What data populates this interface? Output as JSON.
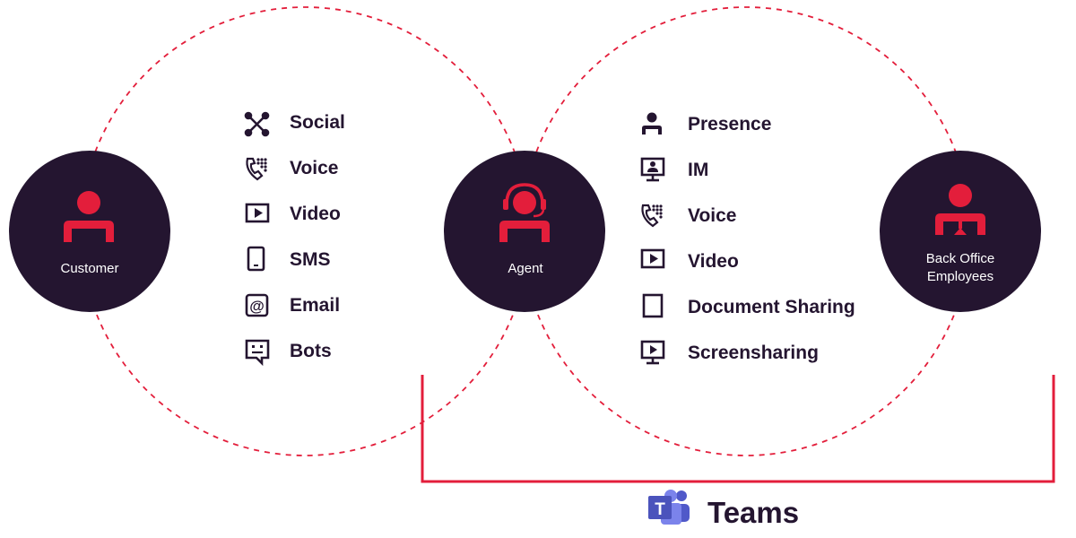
{
  "colors": {
    "red": "#e31e3b",
    "dark": "#241530",
    "teams_purple": "#5059c9",
    "teams_purple_dark": "#4b53bc",
    "teams_light": "#7b83eb"
  },
  "nodes": {
    "customer": {
      "label": "Customer",
      "icon": "person-icon"
    },
    "agent": {
      "label": "Agent",
      "icon": "headset-person-icon"
    },
    "back_office": {
      "label_line1": "Back Office",
      "label_line2": "Employees",
      "icon": "org-person-icon"
    }
  },
  "customer_channels": [
    {
      "label": "Social",
      "icon": "social-icon"
    },
    {
      "label": "Voice",
      "icon": "phone-icon"
    },
    {
      "label": "Video",
      "icon": "video-icon"
    },
    {
      "label": "SMS",
      "icon": "mobile-icon"
    },
    {
      "label": "Email",
      "icon": "at-icon"
    },
    {
      "label": "Bots",
      "icon": "chat-bot-icon"
    }
  ],
  "teams_features": [
    {
      "label": "Presence",
      "icon": "person-small-icon"
    },
    {
      "label": "IM",
      "icon": "monitor-person-icon"
    },
    {
      "label": "Voice",
      "icon": "phone-icon"
    },
    {
      "label": "Video",
      "icon": "video-icon"
    },
    {
      "label": "Document Sharing",
      "icon": "document-icon"
    },
    {
      "label": "Screensharing",
      "icon": "screen-share-icon"
    }
  ],
  "teams": {
    "label": "Teams",
    "logo_letter": "T"
  }
}
